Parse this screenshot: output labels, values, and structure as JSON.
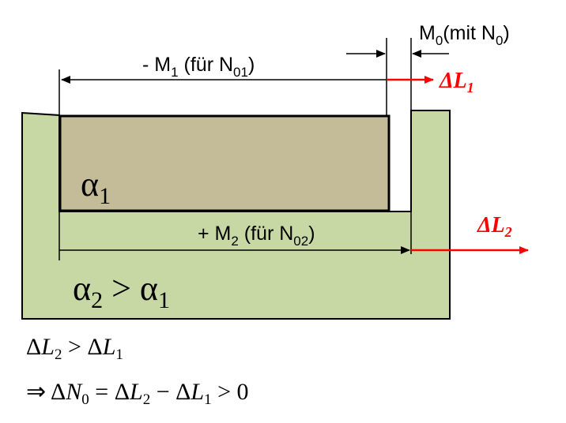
{
  "labels": {
    "m0_main": "M",
    "m0_sub": "0",
    "m0_rest1": "(mit N",
    "m0_rest_sub": "0",
    "m0_rest2": ")",
    "m1_prefix": "- M",
    "m1_sub": "1",
    "m1_mid": " (für N",
    "m1_sub2": "01",
    "m1_end": ")",
    "m2_prefix": "+ M",
    "m2_sub": "2",
    "m2_mid": " (für N",
    "m2_sub2": "02",
    "m2_end": ")",
    "dl1_main": "ΔL",
    "dl1_sub": "1",
    "dl2_main": "ΔL",
    "dl2_sub": "2",
    "alpha1_main": "α",
    "alpha1_sub": "1",
    "alpha2_main": "α",
    "alpha2_sub": "2",
    "alpha2_op": " > α",
    "alpha2_sub2": "1"
  },
  "formula1": {
    "a": "Δ",
    "b": "L",
    "b_sub": "2",
    "op": " > Δ",
    "c": "L",
    "c_sub": "1"
  },
  "formula2": {
    "implies": "⇒ Δ",
    "n": "N",
    "n_sub": "0",
    "eq": " = Δ",
    "l2": "L",
    "l2_sub": "2",
    "minus": " − Δ",
    "l1": "L",
    "l1_sub": "1",
    "gt": " > 0"
  },
  "colors": {
    "outer_fill": "#c7d8a4",
    "inner_fill": "#c4bc99",
    "arrow_red": "#ff0000",
    "line": "#000000"
  }
}
